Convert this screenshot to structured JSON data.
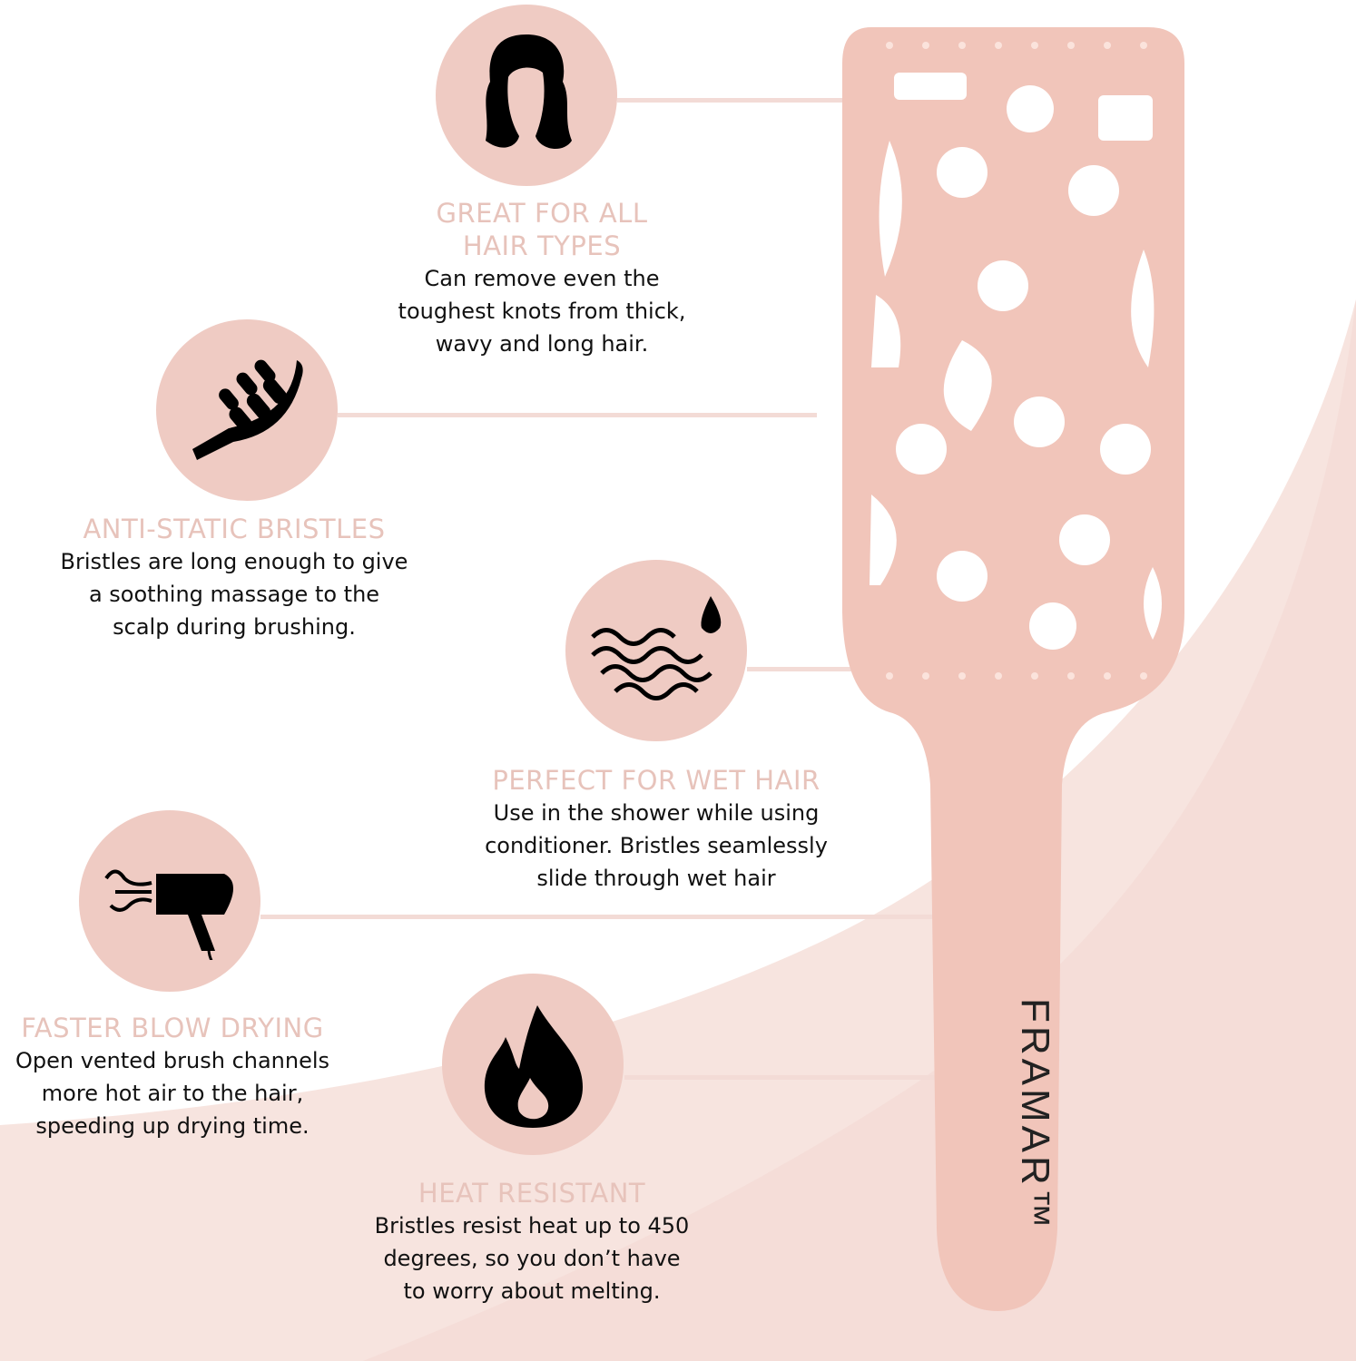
{
  "colors": {
    "accent_circle": "#efcbc3",
    "heading": "#e7c3bb",
    "brush": "#f1c5ba",
    "background_wave": "#f6e1dc"
  },
  "features": [
    {
      "icon": "wavy-hair-icon",
      "title": "GREAT FOR ALL\nHAIR TYPES",
      "body": "Can remove even the\ntoughest knots from thick,\nwavy and long hair."
    },
    {
      "icon": "brush-icon",
      "title": "ANTI-STATIC BRISTLES",
      "body": "Bristles are long enough to give\na soothing massage to the\nscalp during brushing."
    },
    {
      "icon": "water-waves-drop-icon",
      "title": "PERFECT FOR WET HAIR",
      "body": "Use in the shower while using\nconditioner. Bristles seamlessly\nslide through wet hair"
    },
    {
      "icon": "hair-dryer-icon",
      "title": "FASTER BLOW DRYING",
      "body": "Open vented brush channels\nmore hot air to the hair,\nspeeding up drying time."
    },
    {
      "icon": "flame-icon",
      "title": "HEAT RESISTANT",
      "body": "Bristles resist heat up to 450\ndegrees, so you don’t have\nto worry about melting."
    }
  ],
  "product": {
    "brand": "FRAMAR™"
  }
}
